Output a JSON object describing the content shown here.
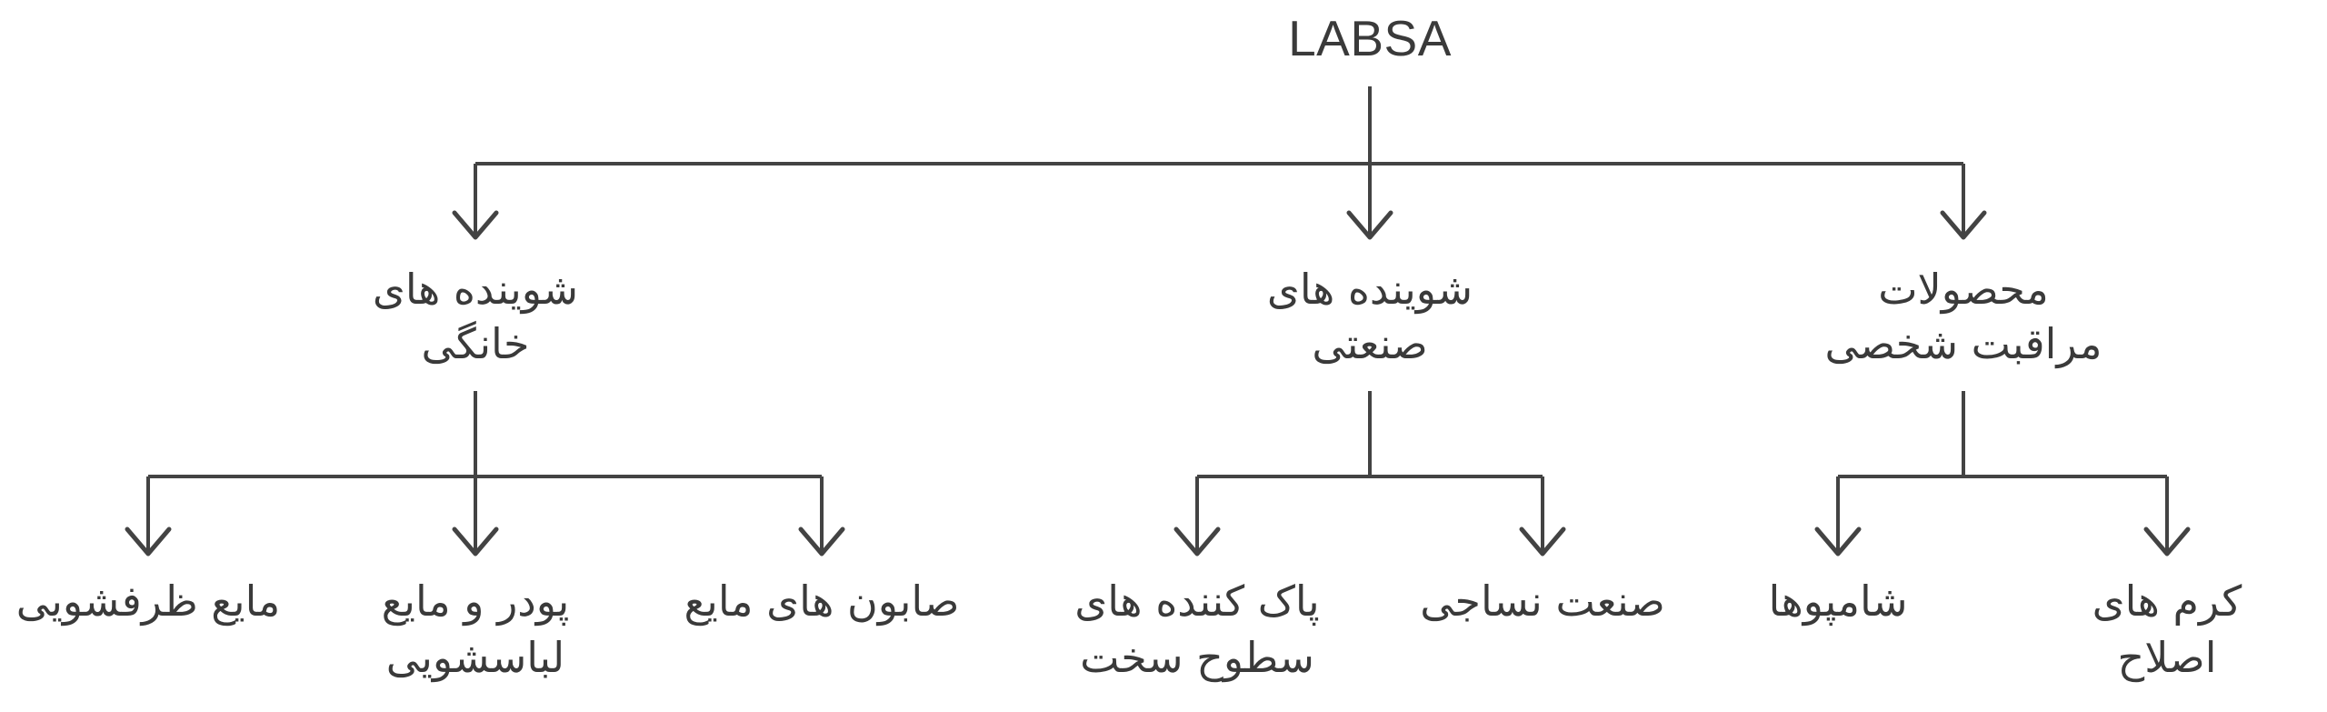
{
  "colors": {
    "line": "#434343",
    "text": "#3a3a3a",
    "background": "#ffffff"
  },
  "diagram": {
    "type": "tree",
    "root": {
      "label": "LABSA"
    },
    "branches": [
      {
        "label": "شوینده های\nخانگی",
        "children": [
          {
            "label": "مایع ظرفشویی"
          },
          {
            "label": "پودر و مایع\nلباسشویی"
          },
          {
            "label": "صابون های مایع"
          }
        ]
      },
      {
        "label": "شوینده های\nصنعتی",
        "children": [
          {
            "label": "پاک کننده های\nسطوح سخت"
          },
          {
            "label": "صنعت نساجی"
          }
        ]
      },
      {
        "label": "محصولات\nمراقبت شخصی",
        "children": [
          {
            "label": "شامپوها"
          },
          {
            "label": "کرم های اصلاح"
          }
        ]
      }
    ]
  }
}
